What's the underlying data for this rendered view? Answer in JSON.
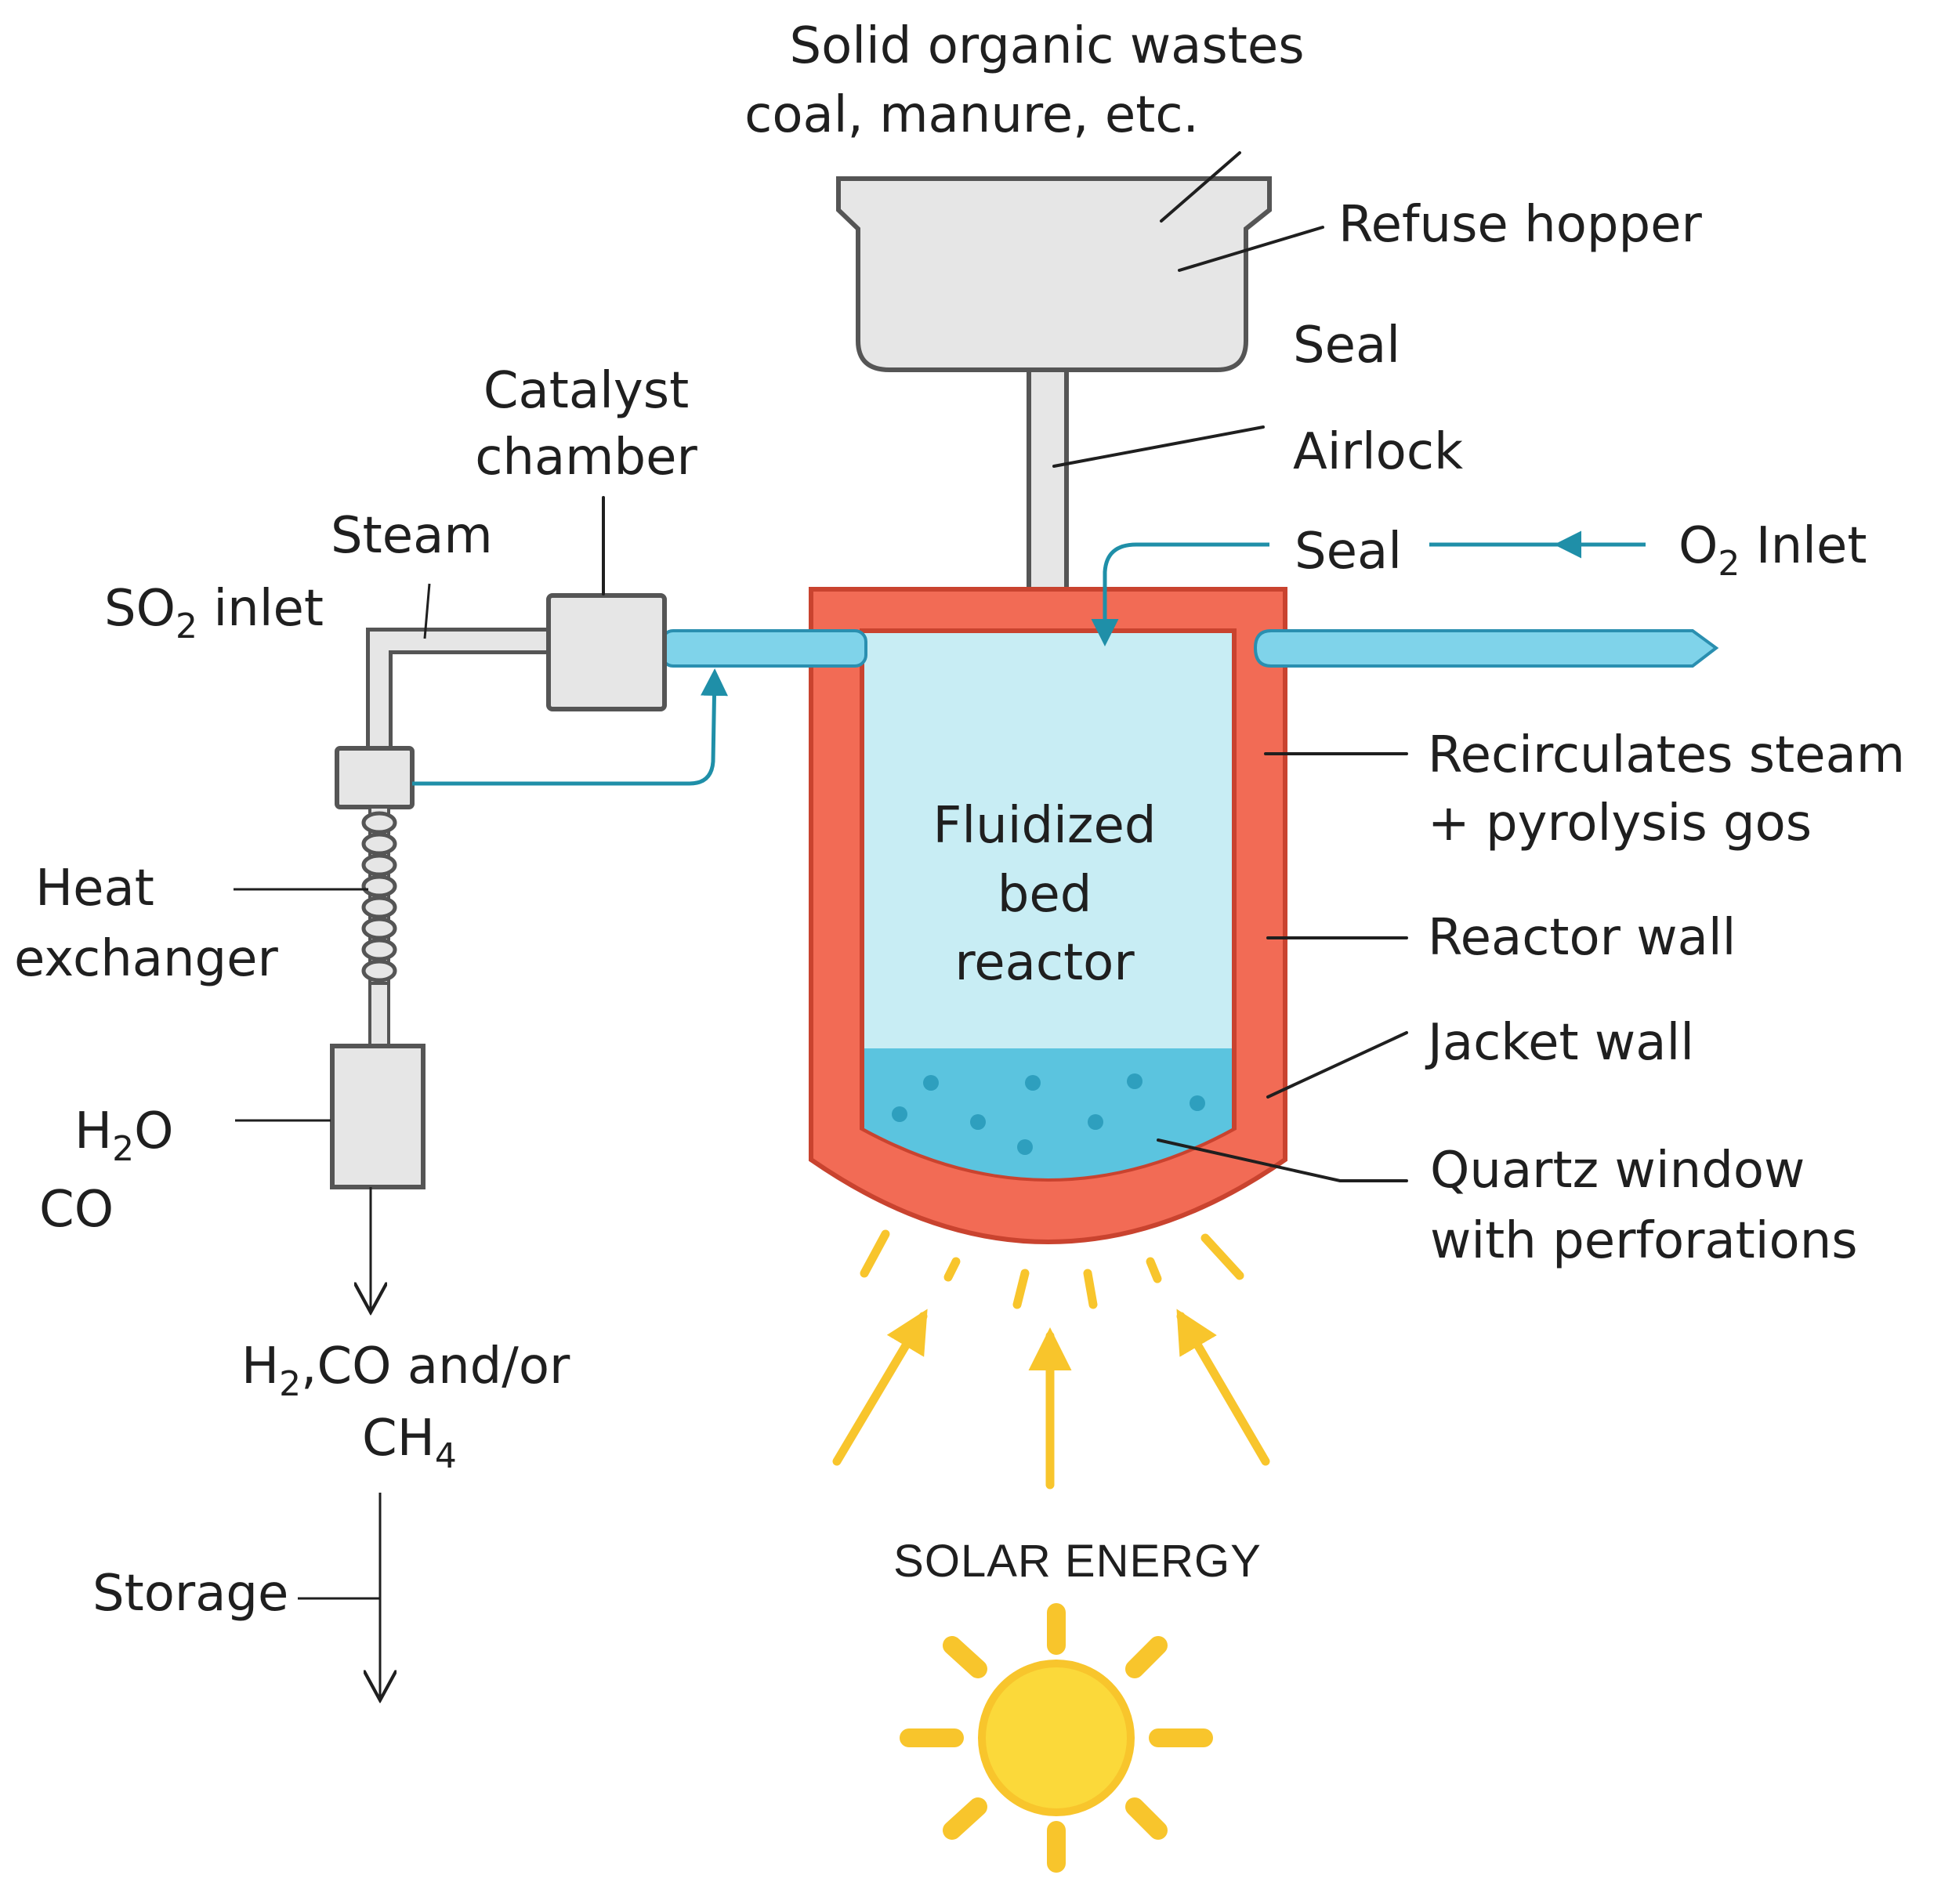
{
  "labels": {
    "feed_line1": "Solid organic wastes",
    "feed_line2": "coal, manure, etc.",
    "refuse_hopper": "Refuse hopper",
    "seal_top": "Seal",
    "airlock": "Airlock",
    "seal_mid": "Seal",
    "o2_inlet_prefix": "O",
    "o2_inlet_sub": "2",
    "o2_inlet_suffix": " Inlet",
    "catalyst_line1": "Catalyst",
    "catalyst_line2": "chamber",
    "steam": "Steam",
    "so2_inlet_prefix": "SO",
    "so2_inlet_sub": "2",
    "so2_inlet_suffix": " inlet",
    "reactor_line1": "Fluidized",
    "reactor_line2": "bed",
    "reactor_line3": "reactor",
    "recirc_line1": "Recirculates  steam",
    "recirc_line2": "+ pyrolysis gos",
    "reactor_wall": "Reactor wall",
    "jacket_wall": "Jacket wall",
    "quartz_line1": "Quartz window",
    "quartz_line2": "with perforations",
    "heat_line1": "Heat",
    "heat_line2": "exchanger",
    "water_prefix": "H",
    "water_sub": "2",
    "water_suffix": "O",
    "co": "CO",
    "product_h": "H",
    "product_h_sub": "2",
    "product_rest": ",CO and/or",
    "product_ch": "CH",
    "product_ch_sub": "4",
    "storage": "Storage",
    "solar_energy": "SOLAR ENERGY"
  },
  "colors": {
    "jacket": "#f26b55",
    "jacket_stroke": "#c9432f",
    "fluid": "#c8edf4",
    "bed": "#5bc4df",
    "bed_dots": "#2e9fbe",
    "pipe": "#7fd3ea",
    "pipe_stroke": "#2a8fb0",
    "flow_arrow": "#1f8fa8",
    "sun": "#fbd93a",
    "sun_rays": "#f8c52c",
    "box_fill": "#e6e6e6",
    "box_stroke": "#555555"
  }
}
